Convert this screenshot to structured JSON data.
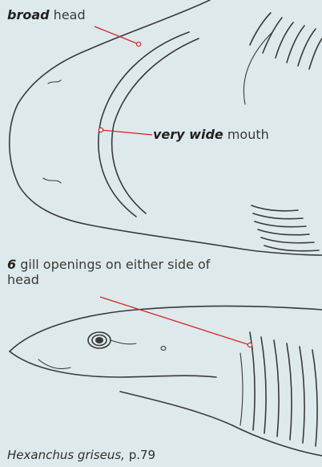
{
  "labels": {
    "broad_head": {
      "emphasis": "broad",
      "rest": " head"
    },
    "wide_mouth": {
      "emphasis": "very wide",
      "rest": " mouth"
    },
    "gill_openings": {
      "emphasis": "6",
      "rest": " gill openings on either side of head"
    }
  },
  "caption": {
    "species": "Hexanchus griseus,",
    "page": " p.79"
  },
  "colors": {
    "leader": "#d8232a",
    "background": "#dde9ea",
    "sketch": "#3a3a3a"
  }
}
